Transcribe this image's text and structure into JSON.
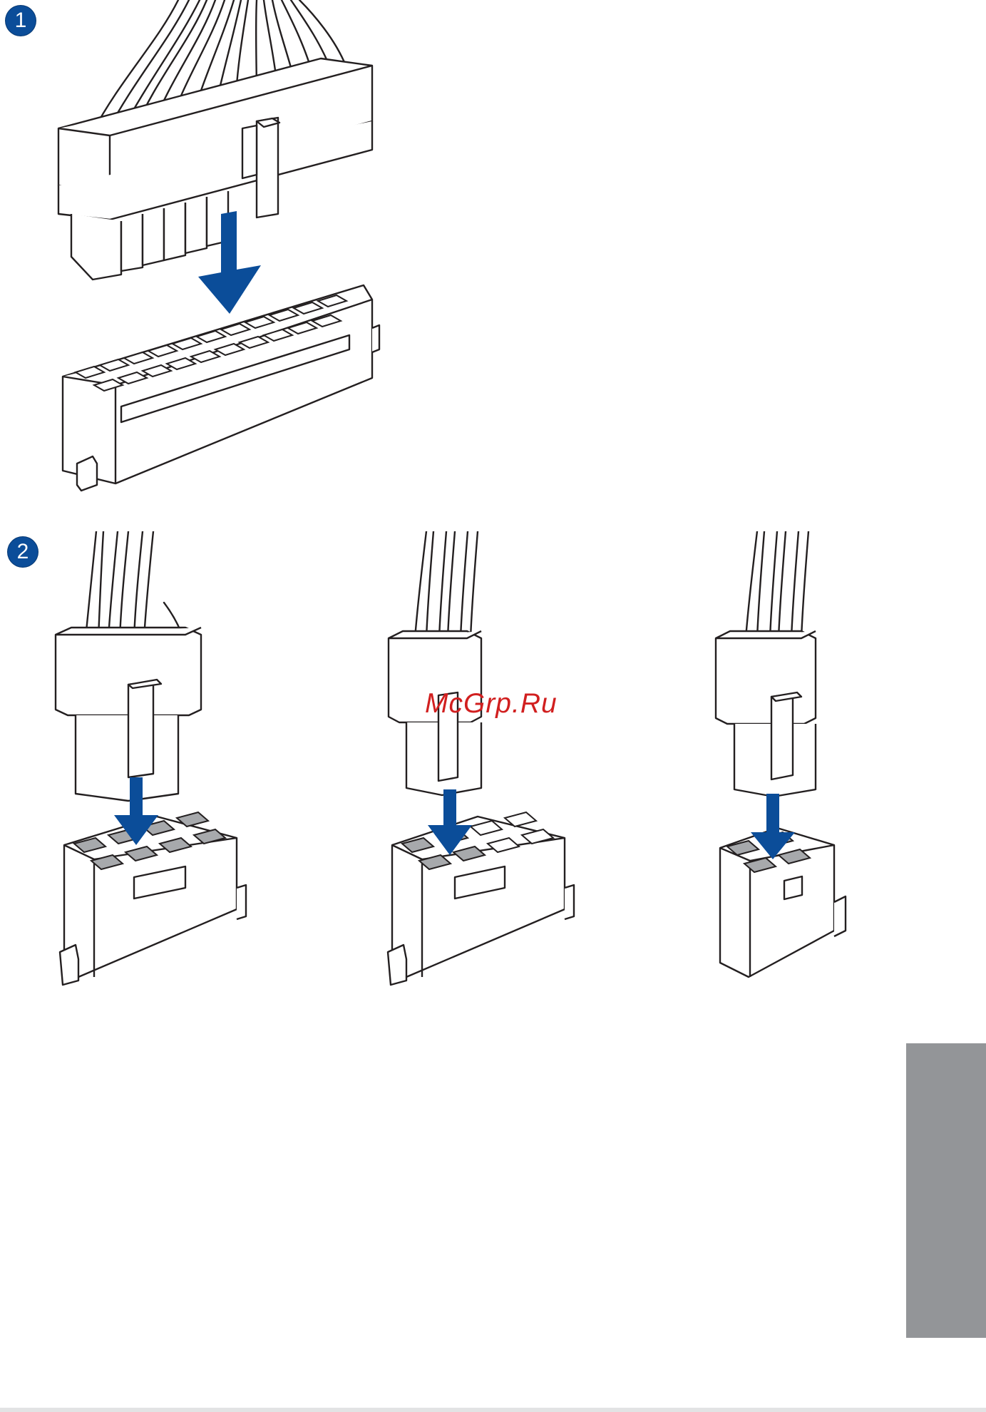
{
  "steps": [
    {
      "number": "1",
      "label": "step-1"
    },
    {
      "number": "2",
      "label": "step-2"
    }
  ],
  "watermark": "McGrp.Ru",
  "colors": {
    "badge_blue": "#0b4d99",
    "arrow_blue": "#0b4d99",
    "pin_grey": "#a7a9ac",
    "side_tab_grey": "#939598",
    "watermark_red": "#d11f1f"
  },
  "icons": [
    "down-arrow-icon",
    "down-arrow-icon",
    "down-arrow-icon",
    "down-arrow-icon"
  ]
}
